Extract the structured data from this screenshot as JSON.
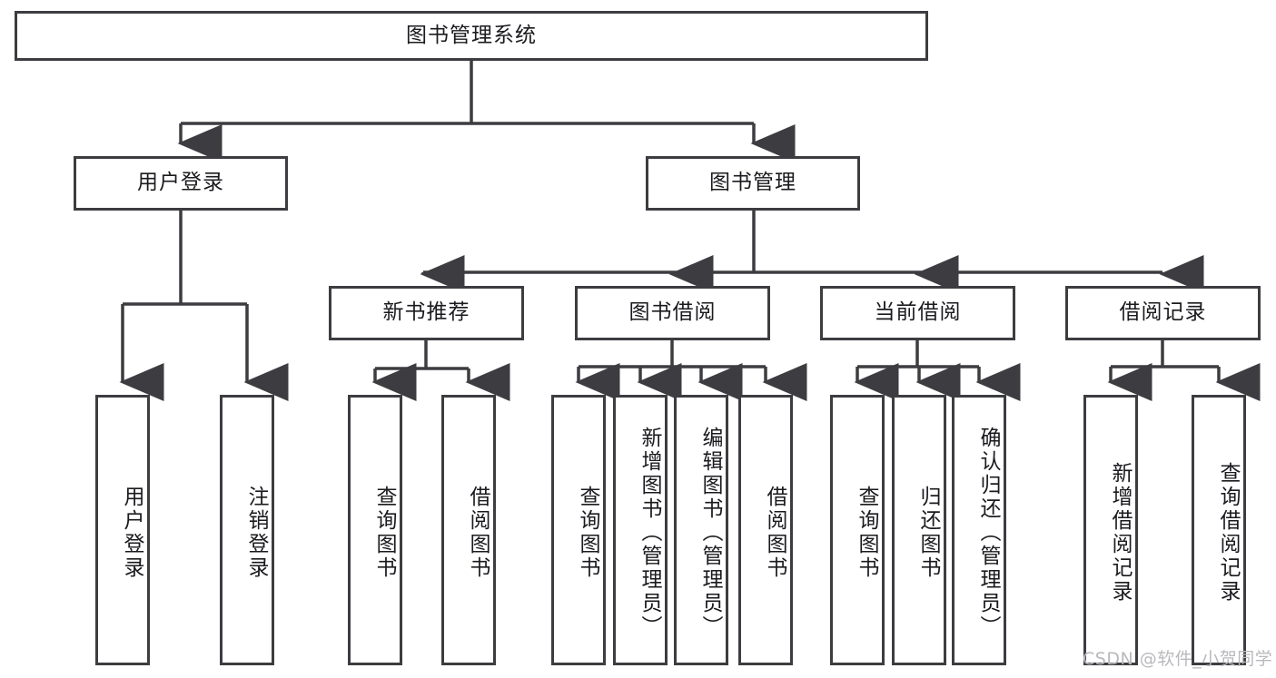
{
  "diagram": {
    "title": "图书管理系统",
    "type": "hierarchy-tree",
    "background_color": "#ffffff",
    "line_color": "#3d3d41",
    "text_color": "#1b1b1f"
  },
  "nodes": {
    "root": {
      "label": "图书管理系统",
      "level": 1
    },
    "level2": [
      {
        "id": "user-login",
        "label": "用户登录"
      },
      {
        "id": "book-manage",
        "label": "图书管理"
      }
    ],
    "level3": [
      {
        "id": "new-book-recommend",
        "label": "新书推荐"
      },
      {
        "id": "book-borrow",
        "label": "图书借阅"
      },
      {
        "id": "current-borrow",
        "label": "当前借阅"
      },
      {
        "id": "borrow-record",
        "label": "借阅记录"
      }
    ],
    "leaves": {
      "user-login": [
        {
          "id": "leaf-user-login",
          "label": "用户登录"
        },
        {
          "id": "leaf-logout",
          "label": "注销登录"
        }
      ],
      "new-book-recommend": [
        {
          "id": "leaf-query-book-1",
          "label": "查询图书"
        },
        {
          "id": "leaf-borrow-book-1",
          "label": "借阅图书"
        }
      ],
      "book-borrow": [
        {
          "id": "leaf-query-book-2",
          "label": "查询图书"
        },
        {
          "id": "leaf-add-book",
          "label": "新增图书（管理员）"
        },
        {
          "id": "leaf-edit-book",
          "label": "编辑图书（管理员）"
        },
        {
          "id": "leaf-borrow-book-2",
          "label": "借阅图书"
        }
      ],
      "current-borrow": [
        {
          "id": "leaf-query-book-3",
          "label": "查询图书"
        },
        {
          "id": "leaf-return-book",
          "label": "归还图书"
        },
        {
          "id": "leaf-confirm-return",
          "label": "确认归还（管理员）"
        }
      ],
      "borrow-record": [
        {
          "id": "leaf-add-record",
          "label": "新增借阅记录"
        },
        {
          "id": "leaf-query-record",
          "label": "查询借阅记录"
        }
      ]
    }
  },
  "watermark": {
    "text": "CSDN @软件_小贺同学"
  }
}
